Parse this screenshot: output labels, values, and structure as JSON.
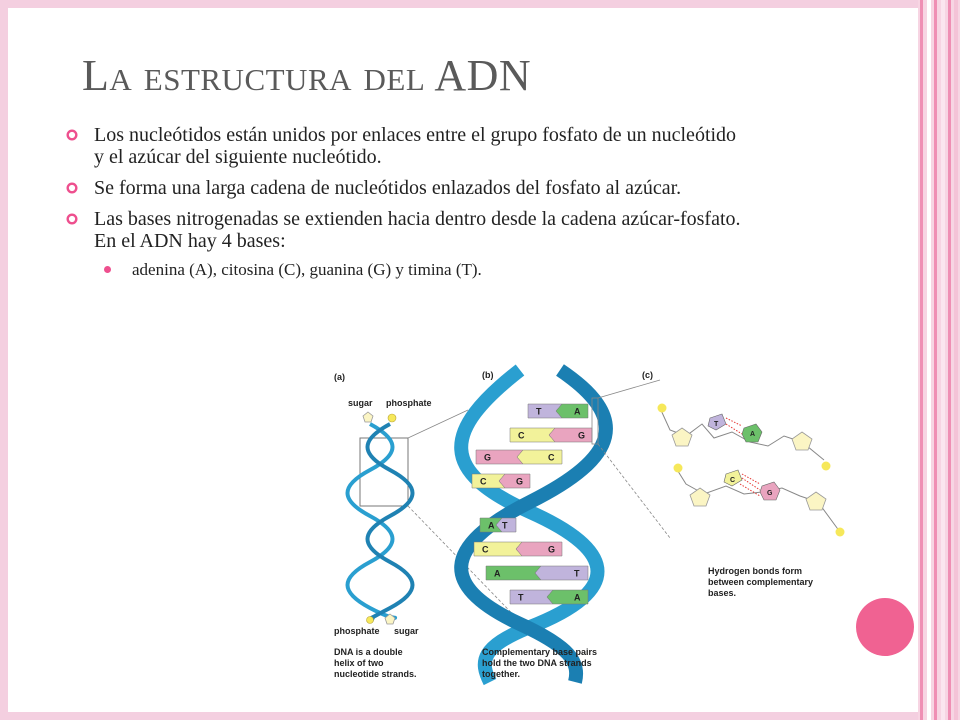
{
  "slide": {
    "title": "La estructura del ADN",
    "bullets": [
      {
        "text": "Los nucleótidos están unidos por enlaces entre el grupo fosfato de un nucleótido y el azúcar del siguiente nucleótido."
      },
      {
        "text": "Se forma una larga cadena de nucleótidos enlazados del fosfato al azúcar."
      },
      {
        "text": "Las bases nitrogenadas se extienden hacia dentro desde la cadena azúcar-fosfato. En el ADN hay 4 bases:"
      }
    ],
    "sub_bullets": [
      {
        "text": "adenina (A), citosina (C), guanina (G) y timina (T)."
      }
    ]
  },
  "figure": {
    "panel_labels": {
      "a": "(a)",
      "b": "(b)",
      "c": "(c)"
    },
    "labels": {
      "sugar_top": "sugar",
      "phosphate_top": "phosphate",
      "phosphate_bottom": "phosphate",
      "sugar_bottom": "sugar"
    },
    "captions": {
      "a": [
        "DNA is a double",
        "helix of two",
        "nucleotide strands."
      ],
      "b": [
        "Complementary base pairs",
        "hold the two DNA strands",
        "together."
      ],
      "c": [
        "Hydrogen bonds form",
        "between complementary",
        "bases."
      ]
    },
    "base_pairs": [
      {
        "left": "T",
        "right": "A"
      },
      {
        "left": "C",
        "right": "G"
      },
      {
        "left": "G",
        "right": "C"
      },
      {
        "left": "C",
        "right": "G"
      },
      {
        "left": "A",
        "right": "T"
      },
      {
        "left": "C",
        "right": "G"
      },
      {
        "left": "A",
        "right": "T"
      },
      {
        "left": "T",
        "right": "A"
      }
    ],
    "panel_c_bases": [
      {
        "label": "T"
      },
      {
        "label": "A"
      },
      {
        "label": "C"
      },
      {
        "label": "G"
      }
    ]
  },
  "colors": {
    "accent_pink": "#f06292",
    "frame_pink": "#f4cfe0",
    "helix_blue": "#2a9fd0",
    "base_A": "#6cc06a",
    "base_T": "#c0b4dc",
    "base_C": "#f2f29a",
    "base_G": "#e9a4bf"
  }
}
